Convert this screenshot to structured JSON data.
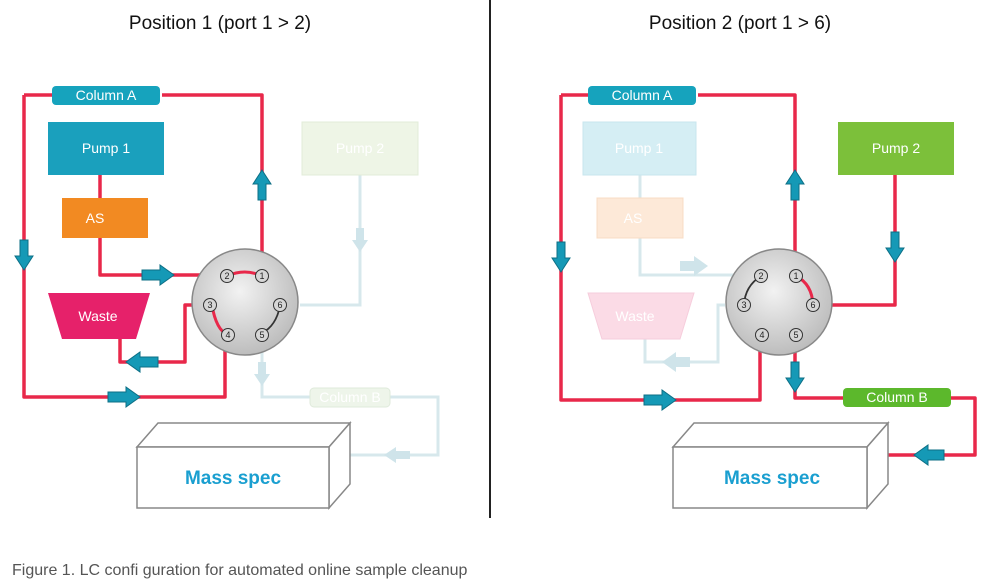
{
  "positions": [
    {
      "title": "Position 1 (port 1 > 2)",
      "column_a": "Column A",
      "column_b": "Column B",
      "pump_1": "Pump 1",
      "pump_2": "Pump 2",
      "autosampler": "AS",
      "waste": "Waste",
      "mass_spec": "Mass spec",
      "ports": [
        "1",
        "2",
        "3",
        "4",
        "5",
        "6"
      ]
    },
    {
      "title": "Position 2 (port 1 > 6)",
      "column_a": "Column A",
      "column_b": "Column B",
      "pump_1": "Pump 1",
      "pump_2": "Pump 2",
      "autosampler": "AS",
      "waste": "Waste",
      "mass_spec": "Mass spec",
      "ports": [
        "1",
        "2",
        "3",
        "4",
        "5",
        "6"
      ]
    }
  ],
  "caption": "Figure 1. LC confi guration for automated online sample cleanup",
  "colors": {
    "flow_line": "#e8284a",
    "faded_line": "#d7e8ec",
    "column": "#16a3bd",
    "pump_1": "#1aa0bd",
    "pump_2": "#7cc03a",
    "autosampler": "#f28a22",
    "waste": "#e6216a",
    "arrow": "#1599b6",
    "divider": "#222222"
  }
}
